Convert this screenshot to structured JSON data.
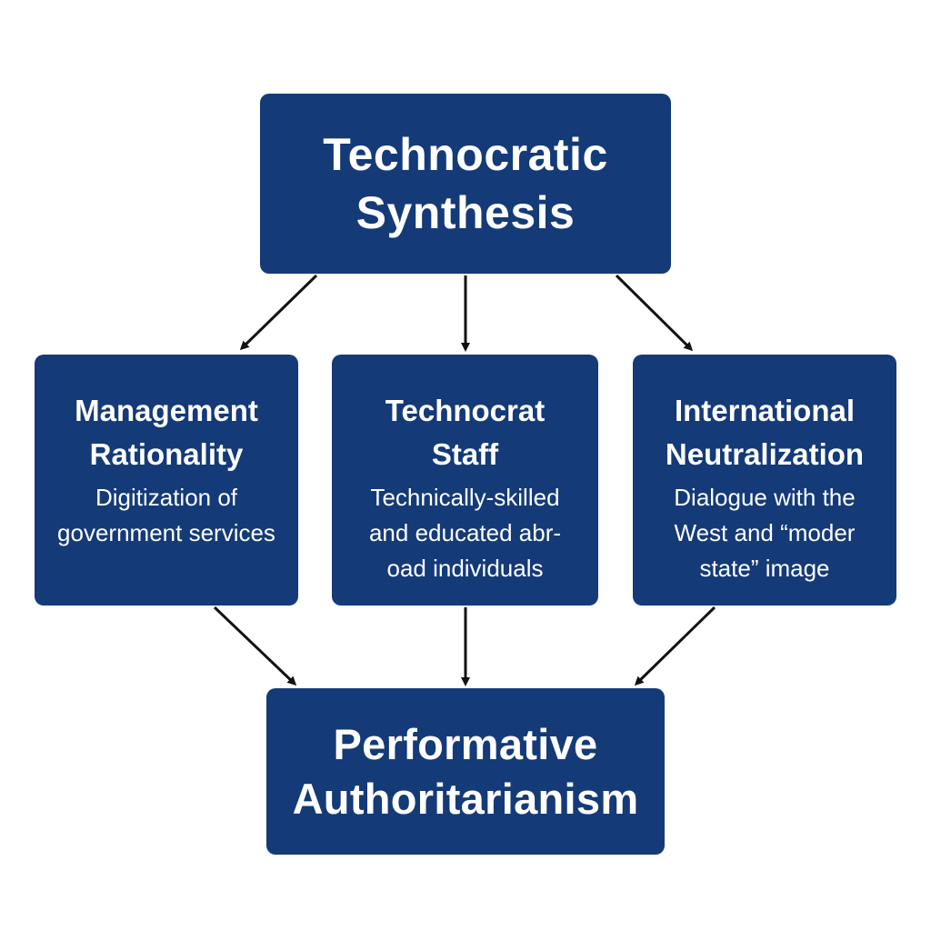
{
  "diagram": {
    "colors": {
      "box_fill": "#143a78",
      "box_text": "#ffffff",
      "arrow": "#111111",
      "background": "#ffffff"
    },
    "top": {
      "title_lines": [
        "Technocratic",
        "Synthesis"
      ]
    },
    "middle": [
      {
        "title_lines": [
          "Management",
          "Rationality"
        ],
        "desc_lines": [
          "Digitization of",
          "government services"
        ]
      },
      {
        "title_lines": [
          "Technocrat",
          "Staff"
        ],
        "desc_lines": [
          "Technically-skilled",
          "and educated abr-",
          "oad individuals"
        ]
      },
      {
        "title_lines": [
          "International",
          "Neutralization"
        ],
        "desc_lines": [
          "Dialogue with the",
          "West and “moder",
          "state” image"
        ]
      }
    ],
    "bottom": {
      "title_lines": [
        "Performative",
        "Authoritarianism"
      ]
    },
    "edges": [
      {
        "from": "Technocratic Synthesis",
        "to": "Management Rationality"
      },
      {
        "from": "Technocratic Synthesis",
        "to": "Technocrat Staff"
      },
      {
        "from": "Technocratic Synthesis",
        "to": "International Neutralization"
      },
      {
        "from": "Management Rationality",
        "to": "Performative Authoritarianism"
      },
      {
        "from": "Technocrat Staff",
        "to": "Performative Authoritarianism"
      },
      {
        "from": "International Neutralization",
        "to": "Performative Authoritarianism"
      }
    ]
  }
}
